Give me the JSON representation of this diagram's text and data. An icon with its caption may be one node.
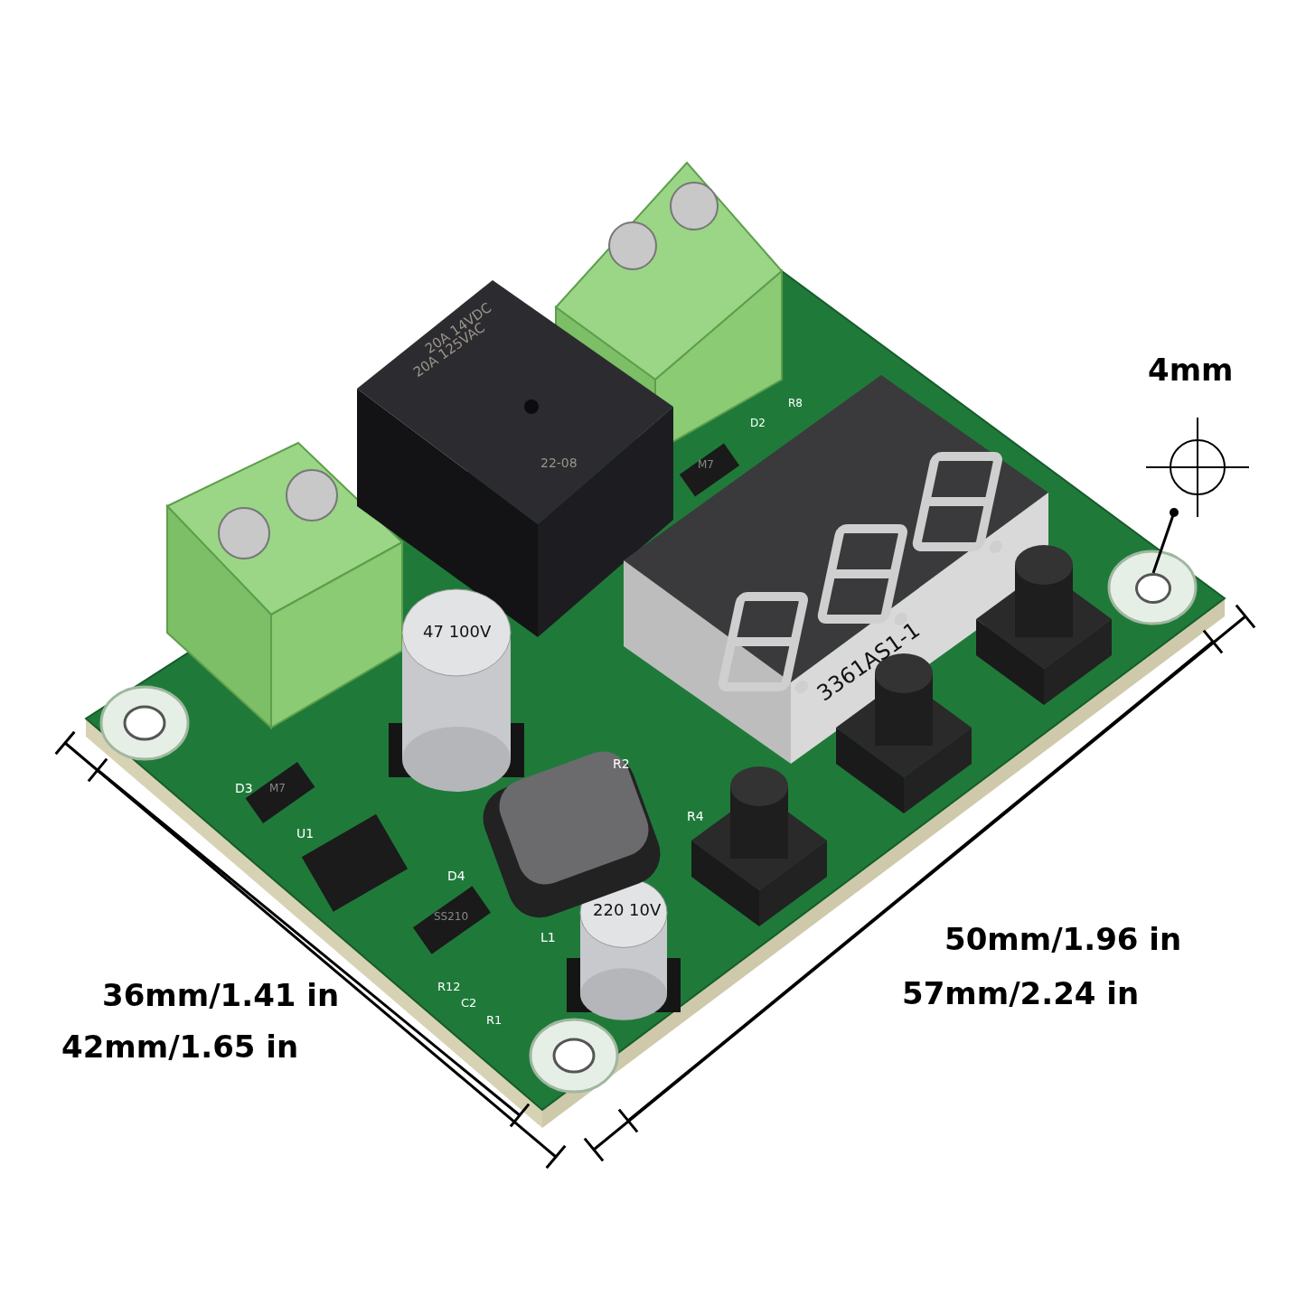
{
  "diagram": {
    "nodes": [
      {
        "text": [
          "4mm"
        ]
      },
      {
        "text": [],
        "shape": "circle"
      }
    ],
    "edges": [
      {
        "from": 0,
        "to": 1,
        "arrow": "other"
      }
    ],
    "labels": [
      "20A 14VDC",
      "20A 125VAC",
      "22-08",
      "R8",
      "D2",
      "M7",
      "3361AS1-1",
      "47 100V",
      "D3",
      "M7",
      "R2",
      "R4",
      "U1",
      "D4",
      "SS210",
      "L1",
      "220 10V",
      "R12",
      "C2",
      "R1",
      "50mm/1.96 in",
      "57mm/2.24 in",
      "36mm/1.41 in",
      "42mm/1.65 in"
    ]
  }
}
